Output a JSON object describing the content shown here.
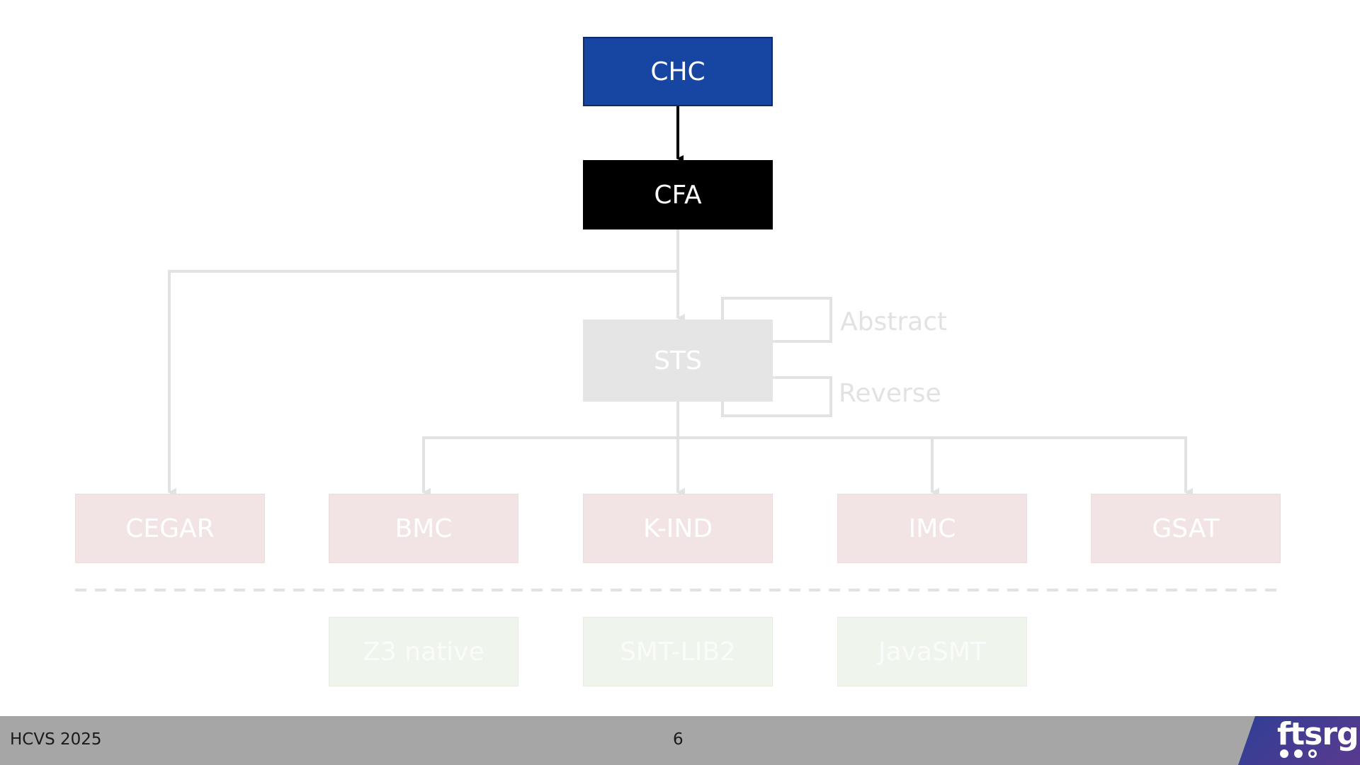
{
  "nodes": {
    "chc": "CHC",
    "cfa": "CFA",
    "sts": "STS",
    "cegar": "CEGAR",
    "bmc": "BMC",
    "kind": "K-IND",
    "imc": "IMC",
    "gsat": "GSAT",
    "z3": "Z3 native",
    "smtlib": "SMT-LIB2",
    "javasmt": "JavaSMT"
  },
  "loops": {
    "abstract": "Abstract",
    "reverse": "Reverse"
  },
  "footer": {
    "conference": "HCVS 2025",
    "page": "6",
    "logo": "ftsrg"
  },
  "colors": {
    "chc_fill": "#1746a2",
    "cfa_fill": "#000000",
    "faded_edge": "#e2e2e2",
    "footer_bar": "#a6a6a6",
    "logo_gradient_start": "#2f3f95",
    "logo_gradient_end": "#5a3a8f"
  }
}
